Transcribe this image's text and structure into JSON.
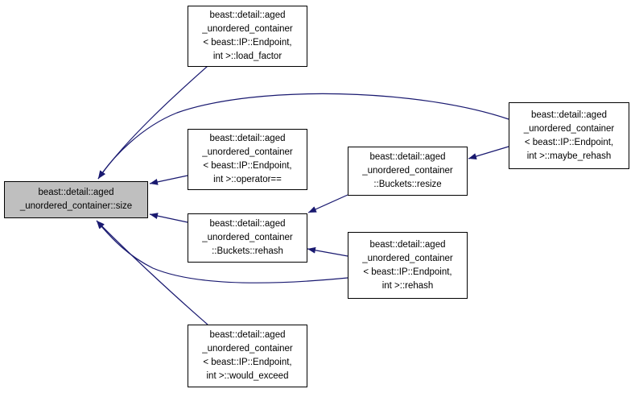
{
  "colors": {
    "edge": "#191970",
    "root_fill": "#bfbfbf",
    "node_fill": "#ffffff",
    "border": "#000000"
  },
  "nodes": {
    "root": {
      "lines": [
        "beast::detail::aged",
        "_unordered_container::size"
      ]
    },
    "load_factor": {
      "lines": [
        "beast::detail::aged",
        "_unordered_container",
        "< beast::IP::Endpoint,",
        "int >::load_factor"
      ]
    },
    "operator_eq": {
      "lines": [
        "beast::detail::aged",
        "_unordered_container",
        "< beast::IP::Endpoint,",
        "int >::operator=="
      ]
    },
    "buckets_rehash": {
      "lines": [
        "beast::detail::aged",
        "_unordered_container",
        "::Buckets::rehash"
      ]
    },
    "would_exceed": {
      "lines": [
        "beast::detail::aged",
        "_unordered_container",
        "< beast::IP::Endpoint,",
        "int >::would_exceed"
      ]
    },
    "buckets_resize": {
      "lines": [
        "beast::detail::aged",
        "_unordered_container",
        "::Buckets::resize"
      ]
    },
    "rehash": {
      "lines": [
        "beast::detail::aged",
        "_unordered_container",
        "< beast::IP::Endpoint,",
        "int >::rehash"
      ]
    },
    "maybe_rehash": {
      "lines": [
        "beast::detail::aged",
        "_unordered_container",
        "< beast::IP::Endpoint,",
        "int >::maybe_rehash"
      ]
    }
  },
  "edges": [
    {
      "from": "load_factor",
      "to": "root"
    },
    {
      "from": "maybe_rehash",
      "to": "root"
    },
    {
      "from": "operator_eq",
      "to": "root"
    },
    {
      "from": "buckets_rehash",
      "to": "root"
    },
    {
      "from": "rehash",
      "to": "root"
    },
    {
      "from": "would_exceed",
      "to": "root"
    },
    {
      "from": "buckets_resize",
      "to": "buckets_rehash"
    },
    {
      "from": "rehash",
      "to": "buckets_rehash"
    },
    {
      "from": "maybe_rehash",
      "to": "buckets_resize"
    }
  ]
}
